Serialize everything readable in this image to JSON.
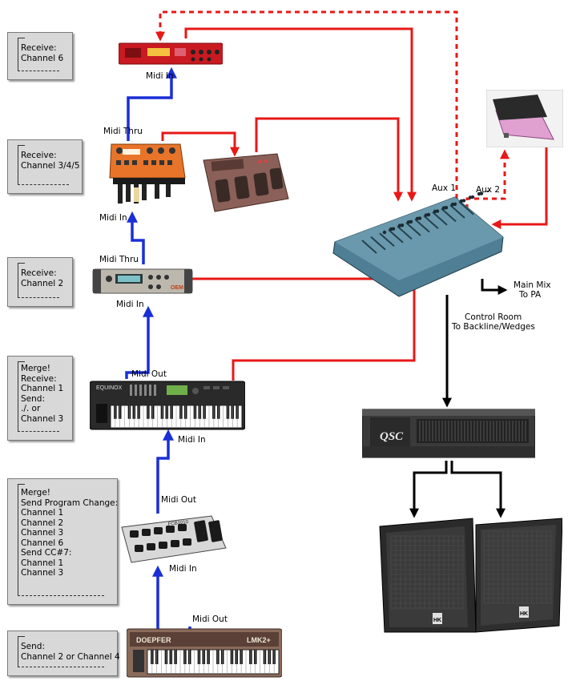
{
  "notes": {
    "fx_rack": [
      "Receive:",
      "Channel 6"
    ],
    "organ": [
      "Receive:",
      "Channel 3/4/5"
    ],
    "synth": [
      "Receive:",
      "Channel 2"
    ],
    "keyboard": [
      "Merge!",
      "Receive:",
      "Channel 1",
      "Send:",
      "./. or",
      "Channel 3"
    ],
    "footboard": [
      "Merge!",
      "Send Program Change:",
      "Channel 1",
      "Channel 2",
      "Channel 3",
      "Channel 6",
      "Send CC#7:",
      "Channel 1",
      "Channel 3"
    ],
    "master": [
      "Send:",
      "Channel 2 or Channel 4"
    ]
  },
  "labels": {
    "fx_midi_in": "Midi In",
    "organ_midi_thru": "Midi Thru",
    "organ_midi_in": "Midi In",
    "synth_midi_thru": "Midi Thru",
    "synth_midi_in": "Midi In",
    "kb_midi_out": "Midi Out",
    "kb_midi_in": "Midi In",
    "fb_midi_out": "Midi Out",
    "fb_midi_in": "Midi In",
    "master_midi_out": "Midi Out",
    "aux1": "Aux 1",
    "aux2": "Aux 2",
    "main_mix_1": "Main Mix",
    "main_mix_2": "To PA",
    "control_1": "Control Room",
    "control_2": "To Backline/Wedges"
  },
  "device_text": {
    "keyboard_brand": "EQUINOX",
    "footboard_brand": "FCB1010",
    "master_brand": "DOEPFER",
    "master_model": "LMK2+",
    "amp_brand": "QSC",
    "synth_brand": "OEM",
    "speaker_brand": "HK"
  },
  "colors": {
    "midi": "#1a2fd6",
    "audio": "#e81818",
    "speaker_feed": "#000000"
  }
}
